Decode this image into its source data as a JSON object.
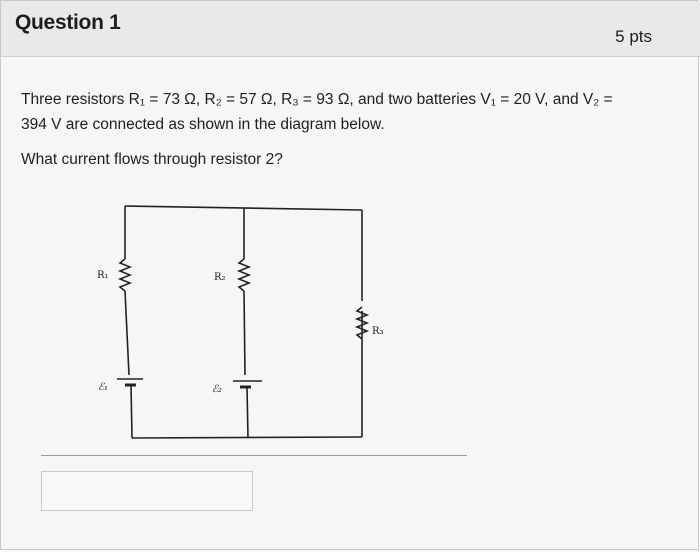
{
  "header": {
    "title": "Question 1",
    "points": "5 pts"
  },
  "question": {
    "line1": "Three resistors R₁ = 73 Ω, R₂ = 57 Ω, R₃ = 93 Ω, and two batteries V₁ = 20 V, and V₂ =",
    "line2": "394 V are connected as shown in the diagram below.",
    "prompt": "What current flows through resistor 2?"
  },
  "diagram": {
    "r1_label": "R₁",
    "r2_label": "R₂",
    "r3_label": "R₃",
    "e1_label": "ℰ₁",
    "e2_label": "ℰ₂"
  },
  "answer": {
    "value": ""
  }
}
